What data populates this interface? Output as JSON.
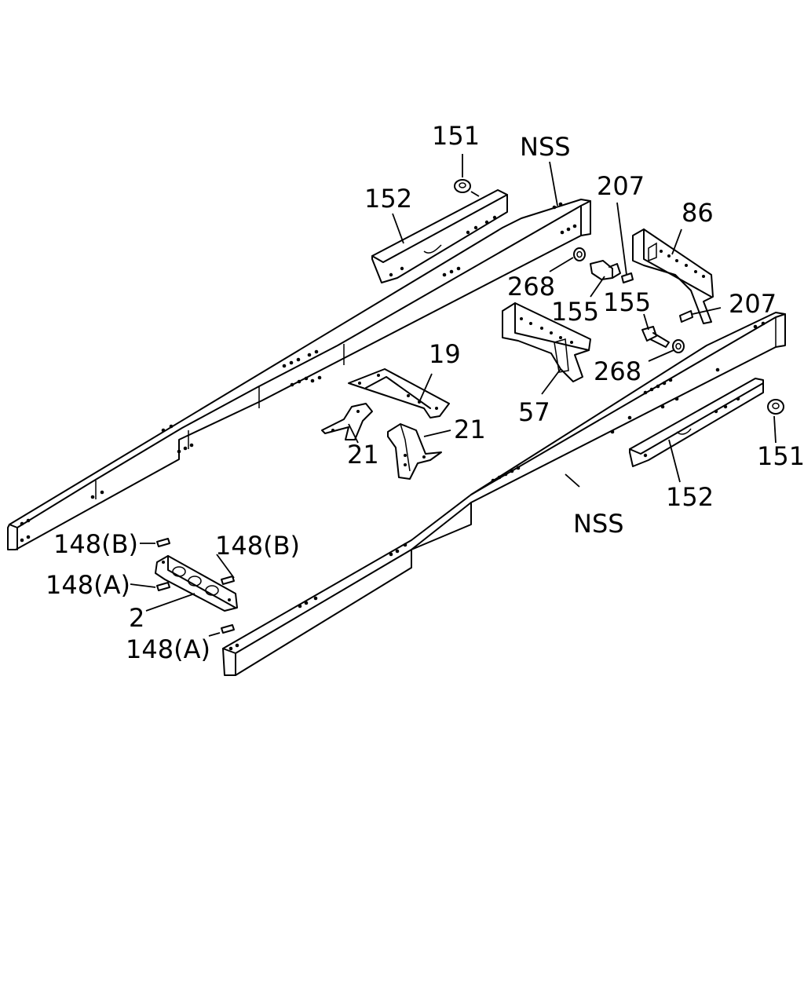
{
  "callouts": {
    "nss_upper": "NSS",
    "nss_lower": "NSS",
    "p151_top": "151",
    "p151_right": "151",
    "p152_top": "152",
    "p152_right": "152",
    "p207_top": "207",
    "p207_right": "207",
    "p86": "86",
    "p268_left": "268",
    "p268_right": "268",
    "p155_left": "155",
    "p155_right": "155",
    "p19": "19",
    "p57": "57",
    "p21_left": "21",
    "p21_right": "21",
    "p148b_left": "148(B)",
    "p148b_right": "148(B)",
    "p148a_left": "148(A)",
    "p148a_bottom": "148(A)",
    "p2": "2"
  }
}
